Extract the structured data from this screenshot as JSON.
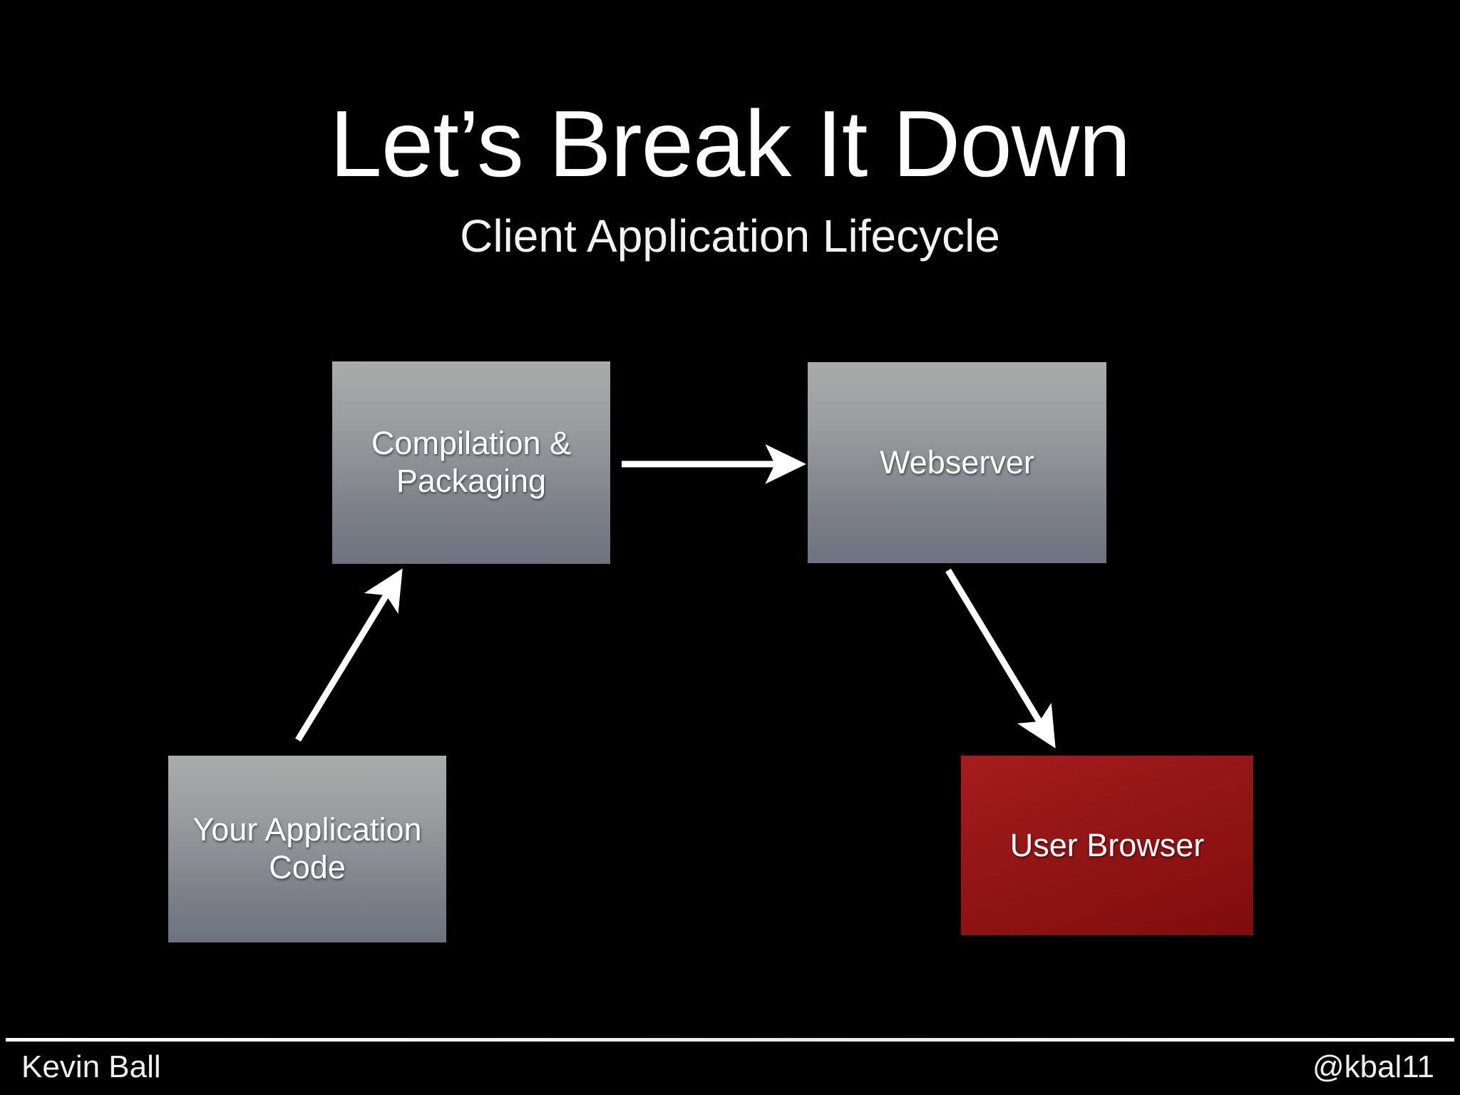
{
  "slide": {
    "background_color": "#000000",
    "title": "Let’s Break It Down",
    "subtitle": "Client Application Lifecycle"
  },
  "diagram": {
    "nodes": [
      {
        "id": "compilation-packaging",
        "label": "Compilation &\nPackaging",
        "fill": "#9a9ca4",
        "style": "gray-gradient"
      },
      {
        "id": "webserver",
        "label": "Webserver",
        "fill": "#9a9ca4",
        "style": "gray-gradient"
      },
      {
        "id": "your-application-code",
        "label": "Your Application\nCode",
        "fill": "#9a9ca4",
        "style": "gray-gradient"
      },
      {
        "id": "user-browser",
        "label": "User Browser",
        "fill": "#96161a",
        "style": "red-gradient"
      }
    ],
    "arrows": [
      {
        "id": "appcode-to-compilation",
        "from": "your-application-code",
        "to": "compilation-packaging",
        "direction": "up-right"
      },
      {
        "id": "compilation-to-webserver",
        "from": "compilation-packaging",
        "to": "webserver",
        "direction": "right"
      },
      {
        "id": "webserver-to-browser",
        "from": "webserver",
        "to": "user-browser",
        "direction": "down-right"
      }
    ],
    "arrow_color": "#ffffff"
  },
  "footer": {
    "author": "Kevin Ball",
    "handle": "@kbal11",
    "rule_color": "#ffffff"
  }
}
